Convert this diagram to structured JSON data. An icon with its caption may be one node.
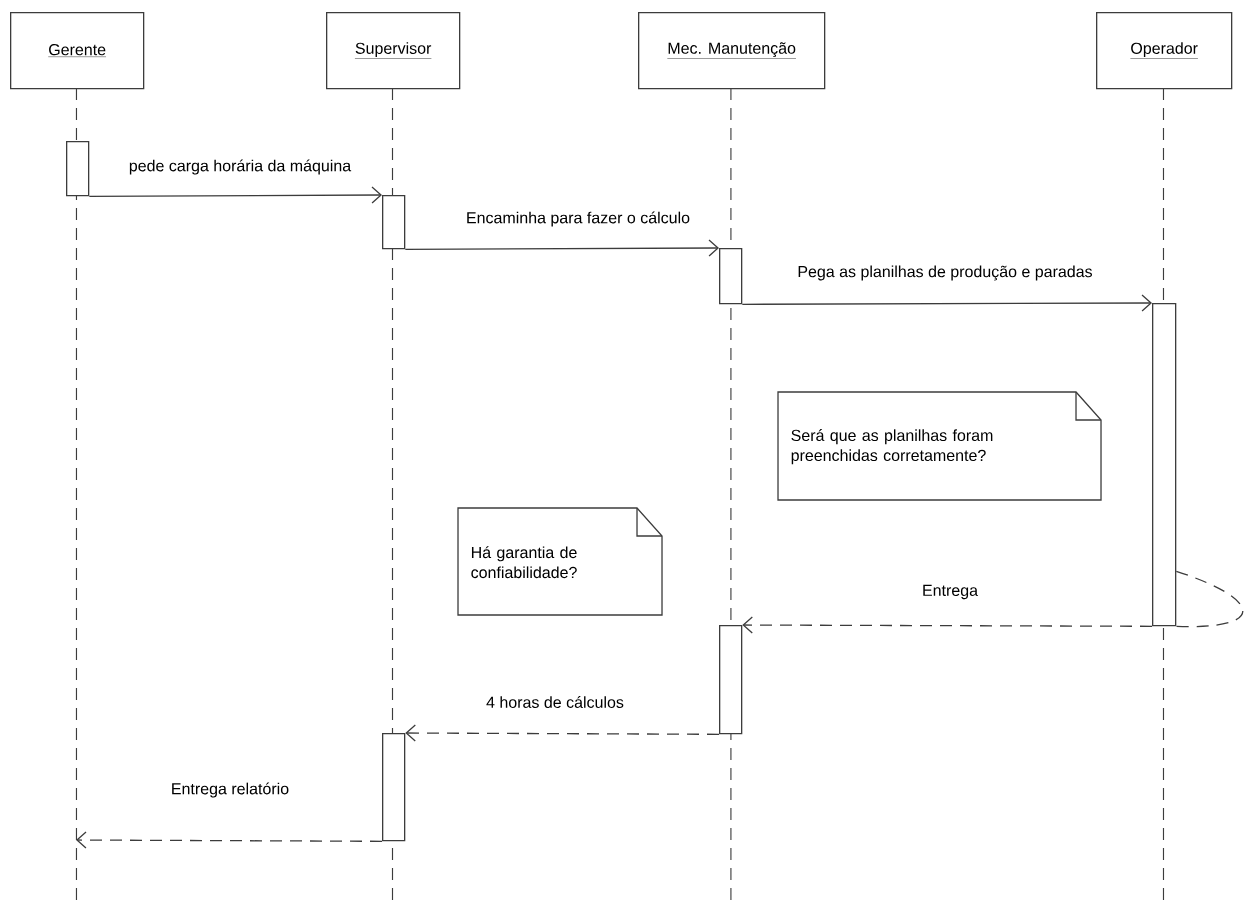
{
  "diagram": {
    "nodes": [
      {
        "text": [
          "Gerente"
        ]
      },
      {
        "text": [
          "Supervisor"
        ]
      },
      {
        "text": [
          "Mec. Manutenção"
        ]
      },
      {
        "text": [
          "Operador"
        ]
      },
      {
        "text": [],
        "shape": "bar"
      },
      {
        "text": [],
        "shape": "bar"
      },
      {
        "text": [],
        "shape": "bar"
      },
      {
        "text": [],
        "shape": "bar"
      },
      {
        "text": [],
        "shape": "bar"
      },
      {
        "text": [],
        "shape": "bar"
      },
      {
        "text": [
          "Será que as planilhas foram preenchidas corretamente?"
        ]
      },
      {
        "text": [
          "Há garantia de confiabilidade?"
        ]
      }
    ],
    "edges": [
      {
        "from": 4,
        "to": 5,
        "arrow": "to",
        "label": "pede carga horária da máquina"
      },
      {
        "from": 5,
        "to": 6,
        "arrow": "to",
        "label": "Encaminha para fazer o cálculo"
      },
      {
        "from": 6,
        "to": 7,
        "arrow": "to",
        "label": "Pega as planilhas de produção e paradas"
      },
      {
        "from": 7,
        "to": 8,
        "arrow": "to",
        "label": "Entrega",
        "style": "dashed"
      },
      {
        "from": 8,
        "to": 9,
        "arrow": "to",
        "label": "4 horas de cálculos",
        "style": "dashed"
      },
      {
        "from": 9,
        "to": null,
        "arrow": "to",
        "label": "Entrega relatório",
        "style": "dashed"
      },
      {
        "from": 7,
        "to": 7,
        "arrow": "none",
        "style": "dashed"
      }
    ]
  }
}
